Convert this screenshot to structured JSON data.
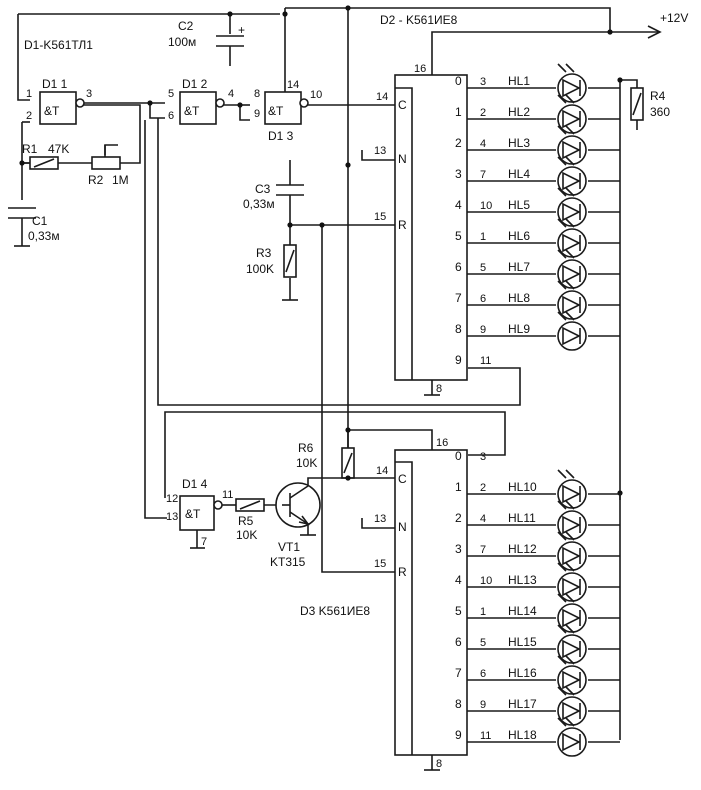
{
  "supply": "+12V",
  "d1": {
    "title": "D1-K561ТЛ1",
    "g1": {
      "name": "D1 1",
      "sym": "&T",
      "in_a": "1",
      "in_b": "2",
      "out": "3"
    },
    "g2": {
      "name": "D1 2",
      "sym": "&T",
      "in_a": "5",
      "in_b": "6",
      "out": "4"
    },
    "g3": {
      "name": "D1 3",
      "sym": "&T",
      "in_a": "8",
      "in_b": "9",
      "out": "10",
      "vcc": "14"
    },
    "g4": {
      "name": "D1 4",
      "sym": "&T",
      "in_a": "12",
      "in_b": "13",
      "out": "11",
      "gnd": "7"
    }
  },
  "passives": {
    "c1": {
      "name": "C1",
      "value": "0,33м"
    },
    "c2": {
      "name": "C2",
      "value": "100м",
      "plus": "+"
    },
    "c3": {
      "name": "C3",
      "value": "0,33м"
    },
    "r1": {
      "name": "R1",
      "value": "47K"
    },
    "r2": {
      "name": "R2",
      "value": "1M"
    },
    "r3": {
      "name": "R3",
      "value": "100K"
    },
    "r4": {
      "name": "R4",
      "value": "360"
    },
    "r5": {
      "name": "R5",
      "value": "10K"
    },
    "r6": {
      "name": "R6",
      "value": "10K"
    }
  },
  "vt1": {
    "name": "VT1",
    "type": "KT315"
  },
  "d2": {
    "title": "D2 - K561ИЕ8",
    "vcc": "16",
    "gnd": "8",
    "in_c": {
      "pin": "14",
      "label": "C"
    },
    "in_n": {
      "pin": "13",
      "label": "N"
    },
    "in_r": {
      "pin": "15",
      "label": "R"
    },
    "outs": [
      {
        "q": "0",
        "pin": "3",
        "led": "HL1"
      },
      {
        "q": "1",
        "pin": "2",
        "led": "HL2"
      },
      {
        "q": "2",
        "pin": "4",
        "led": "HL3"
      },
      {
        "q": "3",
        "pin": "7",
        "led": "HL4"
      },
      {
        "q": "4",
        "pin": "10",
        "led": "HL5"
      },
      {
        "q": "5",
        "pin": "1",
        "led": "HL6"
      },
      {
        "q": "6",
        "pin": "5",
        "led": "HL7"
      },
      {
        "q": "7",
        "pin": "6",
        "led": "HL8"
      },
      {
        "q": "8",
        "pin": "9",
        "led": "HL9"
      },
      {
        "q": "9",
        "pin": "11",
        "led": ""
      }
    ]
  },
  "d3": {
    "title": "D3 K561ИЕ8",
    "vcc": "16",
    "gnd": "8",
    "in_c": {
      "pin": "14",
      "label": "C"
    },
    "in_n": {
      "pin": "13",
      "label": "N"
    },
    "in_r": {
      "pin": "15",
      "label": "R"
    },
    "outs": [
      {
        "q": "0",
        "pin": "3",
        "led": ""
      },
      {
        "q": "1",
        "pin": "2",
        "led": "HL10"
      },
      {
        "q": "2",
        "pin": "4",
        "led": "HL11"
      },
      {
        "q": "3",
        "pin": "7",
        "led": "HL12"
      },
      {
        "q": "4",
        "pin": "10",
        "led": "HL13"
      },
      {
        "q": "5",
        "pin": "1",
        "led": "HL14"
      },
      {
        "q": "6",
        "pin": "5",
        "led": "HL15"
      },
      {
        "q": "7",
        "pin": "6",
        "led": "HL16"
      },
      {
        "q": "8",
        "pin": "9",
        "led": "HL17"
      },
      {
        "q": "9",
        "pin": "11",
        "led": "HL18"
      }
    ]
  }
}
